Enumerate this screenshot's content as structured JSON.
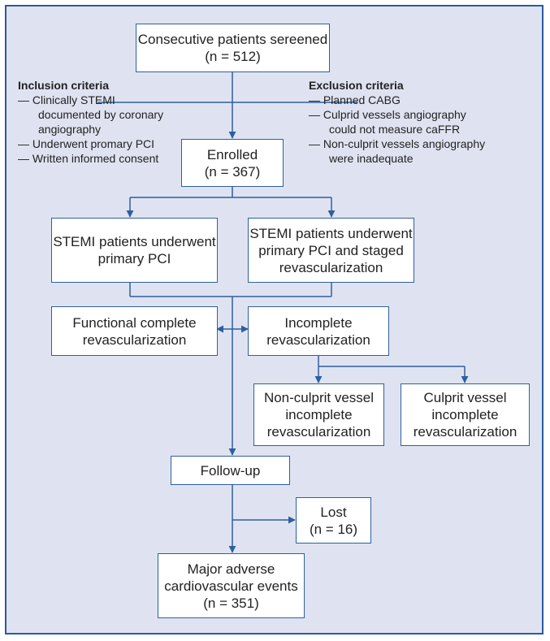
{
  "colors": {
    "background": "#dfe3f1",
    "border": "#2a5a9e",
    "box_fill": "#ffffff",
    "arrow": "#2f5f9f"
  },
  "screened": {
    "line1": "Consecutive patients sereened",
    "line2": "(n = 512)"
  },
  "inclusion": {
    "title": "Inclusion criteria",
    "items": [
      "— Clinically STEMI",
      "documented by coronary",
      "angiography",
      "— Underwent promary PCI",
      "— Written informed consent"
    ]
  },
  "exclusion": {
    "title": "Exclusion criteria",
    "items": [
      "— Planned CABG",
      "— Culprid vessels angiography",
      "could not measure caFFR",
      "— Non-culprit vessels angiography",
      "were inadequate"
    ]
  },
  "enrolled": {
    "line1": "Enrolled",
    "line2": "(n = 367)"
  },
  "stemi_pci": {
    "line1": "STEMI patients underwent",
    "line2": "primary PCI"
  },
  "stemi_staged": {
    "line1": "STEMI patients underwent",
    "line2": "primary PCI and staged",
    "line3": "revascularization"
  },
  "functional": {
    "line1": "Functional complete",
    "line2": "revascularization"
  },
  "incomplete": {
    "line1": "Incomplete",
    "line2": "revascularization"
  },
  "nonculprit": {
    "line1": "Non-culprit vessel",
    "line2": "incomplete",
    "line3": "revascularization"
  },
  "culprit": {
    "line1": "Culprit vessel",
    "line2": "incomplete",
    "line3": "revascularization"
  },
  "followup": {
    "line1": "Follow-up"
  },
  "lost": {
    "line1": "Lost",
    "line2": "(n = 16)"
  },
  "mace": {
    "line1": "Major adverse",
    "line2": "cardiovascular events",
    "line3": "(n = 351)"
  }
}
